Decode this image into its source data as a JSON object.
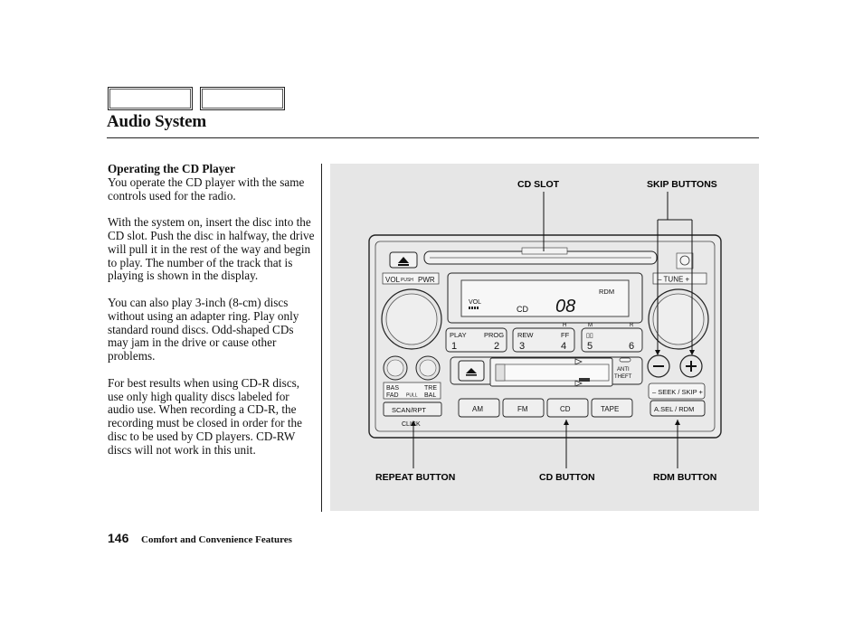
{
  "header": {
    "title": "Audio System"
  },
  "section": {
    "heading": "Operating the CD Player",
    "paragraphs": [
      "You operate the CD player with the same controls used for the radio.",
      "With the system on, insert the disc into the CD slot. Push the disc in halfway, the drive will pull it in the rest of the way and begin to play. The number of the track that is playing is shown in the display.",
      "You can also play 3-inch (8-cm) discs without using an adapter ring. Play only standard round discs. Odd-shaped CDs may jam in the drive or cause other problems.",
      "For best results when using CD-R discs, use only high quality discs labeled for audio use. When recording a CD-R, the recording must be closed in order for the disc to be used by CD players. CD-RW discs will not work in this unit."
    ]
  },
  "figure": {
    "callouts": {
      "cd_slot": "CD SLOT",
      "skip_buttons": "SKIP BUTTONS",
      "repeat_button": "REPEAT BUTTON",
      "cd_button": "CD BUTTON",
      "rdm_button": "RDM BUTTON"
    },
    "unit_labels": {
      "vol_push": "VOL",
      "push_small": "PUSH",
      "pwr": "PWR",
      "tune": "– TUNE +",
      "display_vol": "VOL",
      "display_rdm": "RDM",
      "display_cd": "CD",
      "display_track": "08",
      "preset_h": "H",
      "preset_m": "M",
      "preset_r": "R",
      "play": "PLAY",
      "prog": "PROG",
      "rew": "REW",
      "ff": "FF",
      "tape_sym": "▯▯",
      "n1": "1",
      "n2": "2",
      "n3": "3",
      "n4": "4",
      "n5": "5",
      "n6": "6",
      "anti": "ANTI",
      "theft": "THEFT",
      "bas": "BAS",
      "tre": "TRE",
      "fad": "FAD",
      "pull": "PULL",
      "bal": "BAL",
      "scan_rpt": "SCAN/RPT",
      "click": "CLICK",
      "am": "AM",
      "fm": "FM",
      "cd": "CD",
      "tape": "TAPE",
      "seek_skip": "– SEEK / SKIP +",
      "asel_rdm": "A.SEL / RDM"
    }
  },
  "footer": {
    "page_number": "146",
    "section_name": "Comfort and Convenience Features"
  }
}
